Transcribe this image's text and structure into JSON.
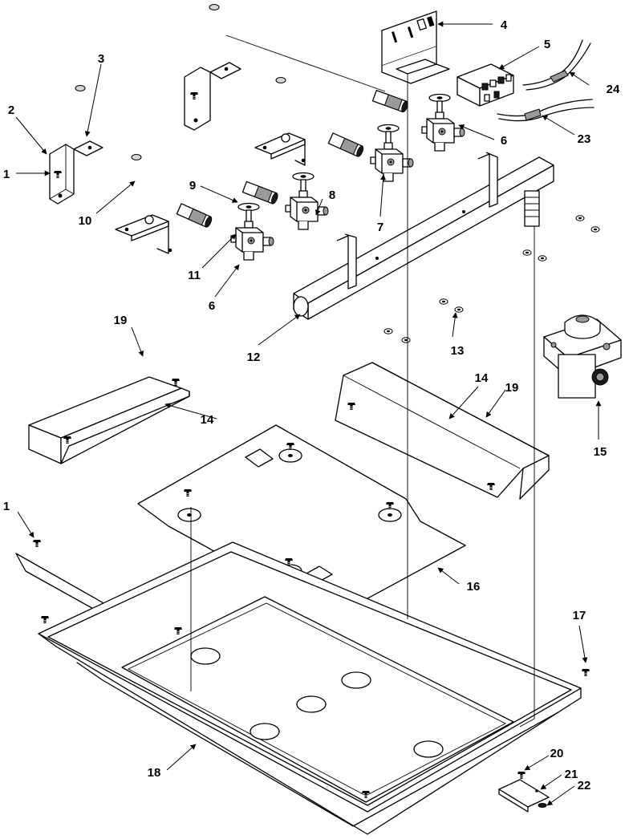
{
  "callouts": [
    {
      "id": "c1a",
      "label": "1"
    },
    {
      "id": "c1b",
      "label": "1"
    },
    {
      "id": "c2",
      "label": "2"
    },
    {
      "id": "c3",
      "label": "3"
    },
    {
      "id": "c4",
      "label": "4"
    },
    {
      "id": "c5",
      "label": "5"
    },
    {
      "id": "c6a",
      "label": "6"
    },
    {
      "id": "c6b",
      "label": "6"
    },
    {
      "id": "c7",
      "label": "7"
    },
    {
      "id": "c8",
      "label": "8"
    },
    {
      "id": "c9",
      "label": "9"
    },
    {
      "id": "c10",
      "label": "10"
    },
    {
      "id": "c11",
      "label": "11"
    },
    {
      "id": "c12",
      "label": "12"
    },
    {
      "id": "c13",
      "label": "13"
    },
    {
      "id": "c14a",
      "label": "14"
    },
    {
      "id": "c14b",
      "label": "14"
    },
    {
      "id": "c15",
      "label": "15"
    },
    {
      "id": "c16",
      "label": "16"
    },
    {
      "id": "c17",
      "label": "17"
    },
    {
      "id": "c18",
      "label": "18"
    },
    {
      "id": "c19a",
      "label": "19"
    },
    {
      "id": "c19b",
      "label": "19"
    },
    {
      "id": "c20",
      "label": "20"
    },
    {
      "id": "c21",
      "label": "21"
    },
    {
      "id": "c22",
      "label": "22"
    },
    {
      "id": "c23",
      "label": "23"
    },
    {
      "id": "c24",
      "label": "24"
    }
  ]
}
